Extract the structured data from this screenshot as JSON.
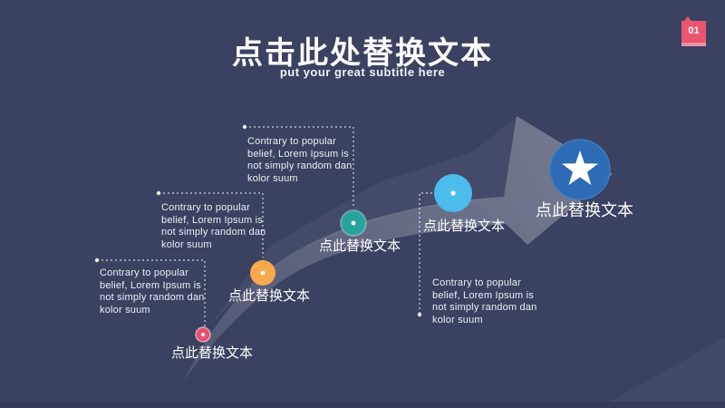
{
  "slide": {
    "badge": {
      "number": "01",
      "color": "#ea5670",
      "stripe_color": "#ef92a6"
    },
    "header": {
      "title": "点击此处替换文本",
      "subtitle": "put your great subtitle here"
    },
    "milestones": [
      {
        "label": "点此替换文本",
        "color": "#e8506e",
        "description": "Contrary to popular belief, Lorem Ipsum is not simply random dan kolor suum"
      },
      {
        "label": "点此替换文本",
        "color": "#f7a94b",
        "description": "Contrary to popular belief, Lorem Ipsum is not simply random dan kolor suum"
      },
      {
        "label": "点此替换文本",
        "color": "#27a39e",
        "description": "Contrary to popular belief, Lorem Ipsum is not simply random dan kolor suum"
      },
      {
        "label": "点此替换文本",
        "color": "#4bbcec",
        "description": "Contrary to popular belief, Lorem Ipsum is not simply random dan kolor suum"
      },
      {
        "label": "点此替换文本",
        "color": "#2d6cb4",
        "icon": "star"
      }
    ],
    "colors": {
      "background": "#3a4161",
      "footer_bar": "#343a58",
      "arrow": "rgba(255,255,255,0.25)",
      "text": "#ffffff",
      "star": "#ffffff"
    }
  }
}
